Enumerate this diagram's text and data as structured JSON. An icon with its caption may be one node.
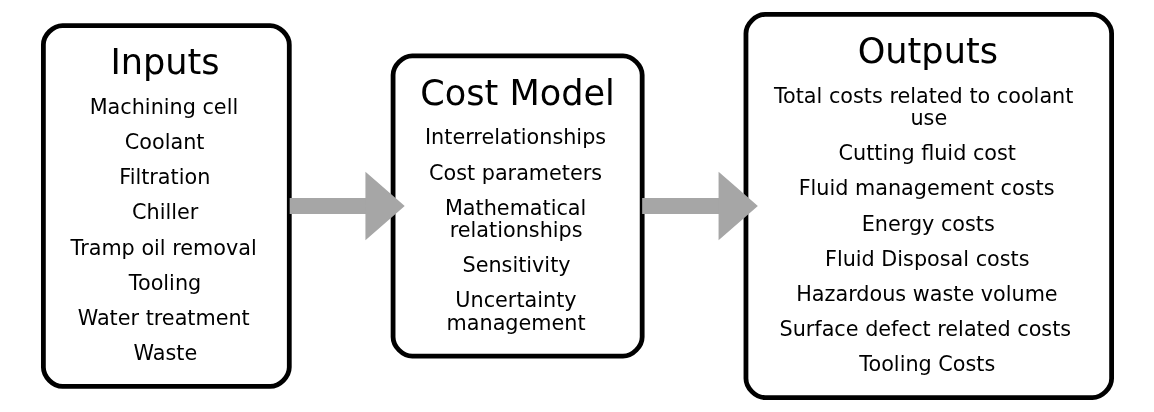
{
  "diagram": {
    "nodes": [
      {
        "text": [
          "Inputs",
          "Machining cell",
          "Coolant",
          "Filtration",
          "Chiller",
          "Tramp oil removal",
          "Tooling",
          "Water treatment",
          "Waste"
        ]
      },
      {
        "text": [
          "Cost Model",
          "Interrelationships",
          "Cost parameters",
          "Mathematical relationships",
          "Sensitivity",
          "Uncertainty management"
        ]
      },
      {
        "text": [
          "Outputs",
          "Total costs related to coolant use",
          "Cutting fluid cost",
          "Fluid management costs",
          "Energy costs",
          "Fluid Disposal costs",
          "Hazardous waste volume",
          "Surface defect related costs",
          "Tooling Costs"
        ]
      }
    ],
    "edges": [
      {
        "from": 0,
        "to": 1,
        "arrow": "to"
      },
      {
        "from": 1,
        "to": 2,
        "arrow": "to"
      }
    ]
  }
}
